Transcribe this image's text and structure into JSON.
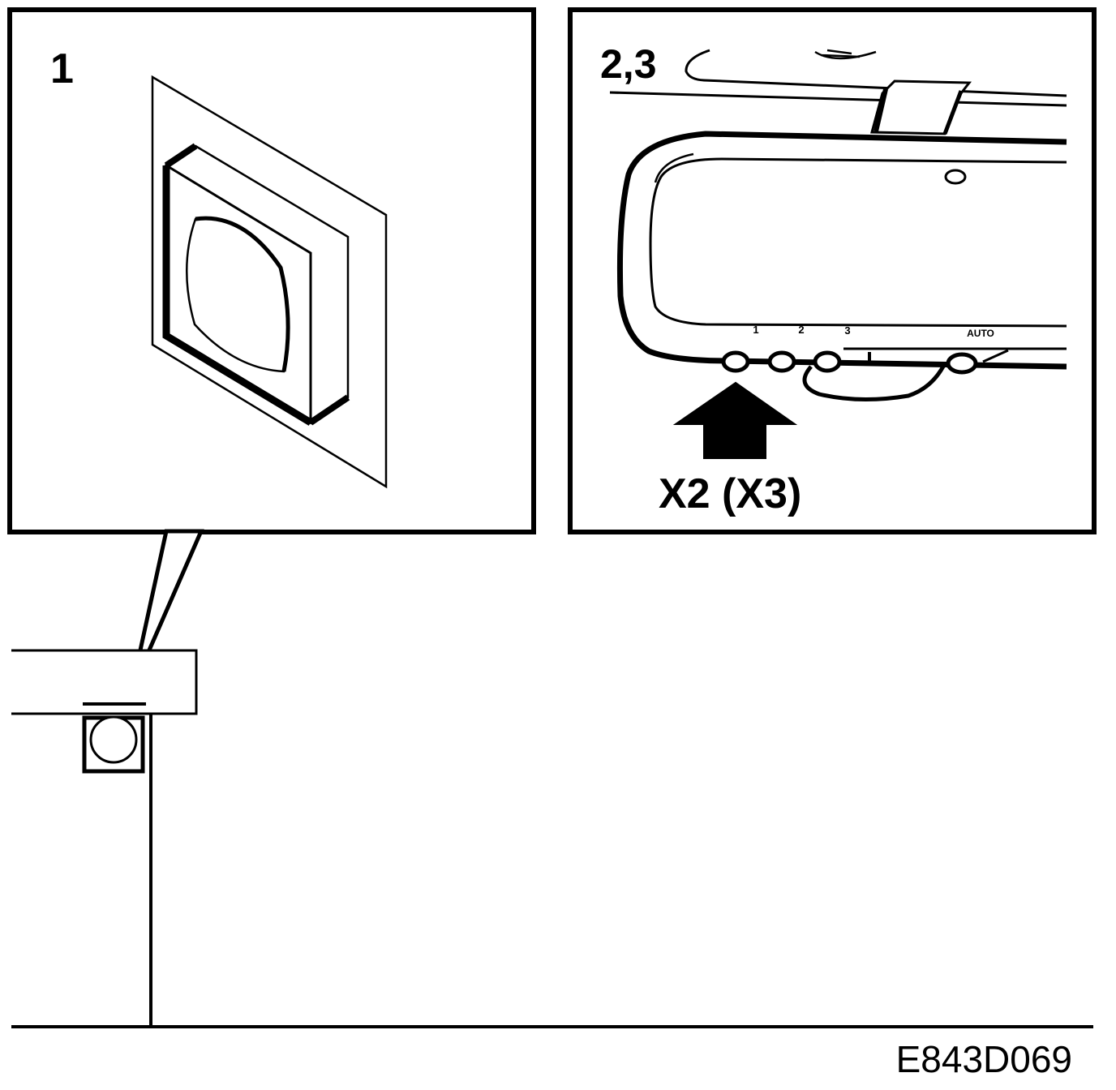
{
  "panel_left": {
    "callout_number": "1"
  },
  "panel_right": {
    "callout_number": "2,3",
    "button_labels": [
      "1",
      "2",
      "3",
      "AUTO"
    ],
    "connector_label": "X2 (X3)"
  },
  "figure_code": "E843D069",
  "colors": {
    "ink": "#000000",
    "paper": "#ffffff"
  }
}
